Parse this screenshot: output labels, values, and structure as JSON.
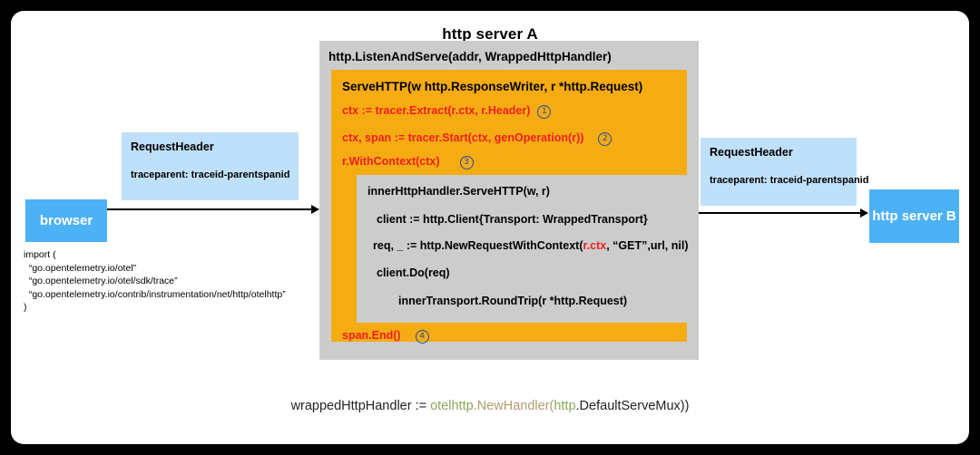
{
  "diagram": {
    "title": "http server A",
    "caption": {
      "part1": "wrappedHttpHandler := ",
      "otelhttp": "otelhttp",
      "newhandler": ".NewHandler(",
      "http": "http",
      "part2": ".DefaultServeMux))"
    },
    "colors": {
      "card_background": "#ffffff",
      "page_background": "#000000",
      "outer_gray": "#cccccc",
      "orange": "#f5ab12",
      "inner_gray": "#cccccc",
      "blue_node": "#4db2f5",
      "light_blue_header": "#bfe0fb",
      "red_code": "#ef2020",
      "circle_marker": "#1f4e9c",
      "caption_green": "#8aa85b",
      "caption_tan": "#b09b72"
    }
  },
  "server_a": {
    "outer_label": "http.ListenAndServe(addr, WrappedHttpHandler)",
    "orange_label": "ServeHTTP(w http.ResponseWriter, r *http.Request)",
    "steps": [
      {
        "code": "ctx := tracer.Extract(r.ctx, r.Header)",
        "marker": "①",
        "marker_num": "1"
      },
      {
        "code": "ctx, span := tracer.Start(ctx, genOperation(r))",
        "marker": "②",
        "marker_num": "2"
      },
      {
        "code": "r.WithContext(ctx)",
        "marker": "③",
        "marker_num": "3"
      },
      {
        "code": "span.End()",
        "marker": "④",
        "marker_num": "4"
      }
    ],
    "inner_handler": {
      "line1": "innerHttpHandler.ServeHTTP(w, r)",
      "line2": "client := http.Client{Transport: WrappedTransport}",
      "line3_pre": "req, _ := http.NewRequestWithContext(",
      "line3_red": "r.ctx",
      "line3_post": ", “GET”,url, nil)",
      "line4": "client.Do(req)",
      "line5": "innerTransport.RoundTrip(r *http.Request)"
    }
  },
  "nodes": {
    "browser": "browser",
    "server_b": "http server B"
  },
  "request_header_left": {
    "title": "RequestHeader",
    "subtitle": "traceparent: traceid-parentspanid"
  },
  "request_header_right": {
    "title": "RequestHeader",
    "subtitle": "traceparent: traceid-parentspanid"
  },
  "imports": {
    "text": "import (\n  “go.opentelemetry.io/otel”\n  “go.opentelemetry.io/otel/sdk/trace”\n  “go.opentelemetry.io/contrib/instrumentation/net/http/otelhttp”\n)"
  }
}
